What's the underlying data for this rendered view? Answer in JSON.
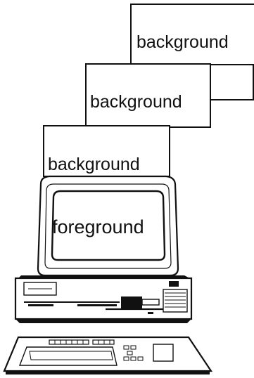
{
  "windows": [
    {
      "label": "background"
    },
    {
      "label": "background"
    },
    {
      "label": "background"
    }
  ],
  "screen": {
    "label": "foreground"
  },
  "colors": {
    "ink": "#111111",
    "paper": "#ffffff"
  }
}
